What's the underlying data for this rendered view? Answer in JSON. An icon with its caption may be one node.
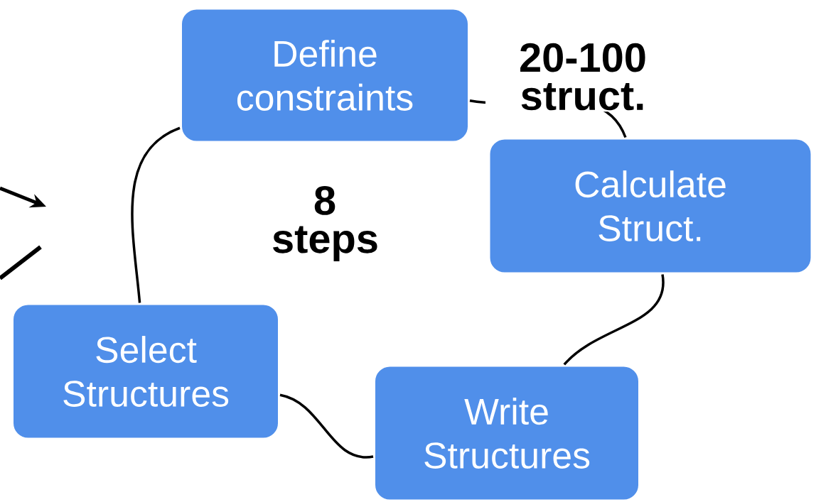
{
  "diagram": {
    "nodes": [
      {
        "text": [
          "Define constraints"
        ]
      },
      {
        "text": [
          "Calculate Struct."
        ]
      },
      {
        "text": [
          "Write Structures"
        ]
      },
      {
        "text": [
          "Select Structures"
        ]
      }
    ],
    "edges": [
      {
        "from": 0,
        "to": 1,
        "arrow": "none",
        "label": "20-100 struct."
      },
      {
        "from": 1,
        "to": 2,
        "arrow": "none"
      },
      {
        "from": 2,
        "to": 3,
        "arrow": "none"
      },
      {
        "from": 3,
        "to": 0,
        "arrow": "none"
      }
    ],
    "labels": [
      "8 steps"
    ]
  }
}
